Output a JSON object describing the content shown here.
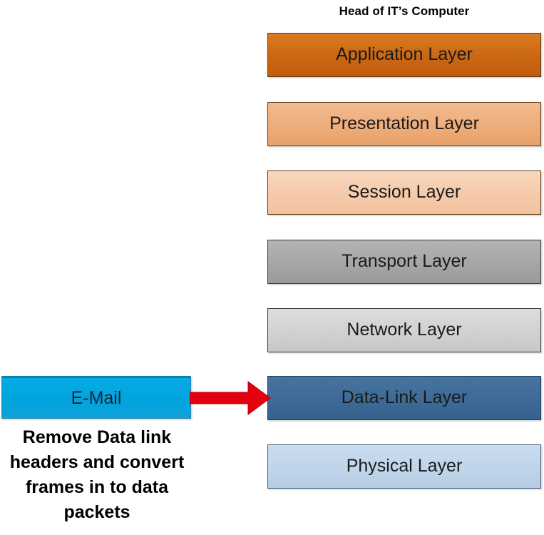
{
  "diagram": {
    "title": "Head of IT’s Computer",
    "stack": {
      "name": "OSI model layer stack",
      "layers": [
        {
          "label": "Application Layer",
          "color": "#cd6a15"
        },
        {
          "label": "Presentation Layer",
          "color": "#eeae7c"
        },
        {
          "label": "Session Layer",
          "color": "#f5cbac"
        },
        {
          "label": "Transport Layer",
          "color": "#a7a7a7"
        },
        {
          "label": "Network Layer",
          "color": "#d2d2d2"
        },
        {
          "label": "Data-Link Layer",
          "color": "#3e6b97"
        },
        {
          "label": "Physical Layer",
          "color": "#c1d5ea"
        }
      ]
    },
    "source": {
      "label": "E-Mail",
      "color": "#01a4de"
    },
    "arrow": {
      "name": "flow-arrow",
      "color": "#e3000f",
      "direction": "right",
      "from": "E-Mail",
      "to": "Data-Link Layer"
    },
    "caption": "Remove Data link headers and convert frames in to data packets"
  }
}
